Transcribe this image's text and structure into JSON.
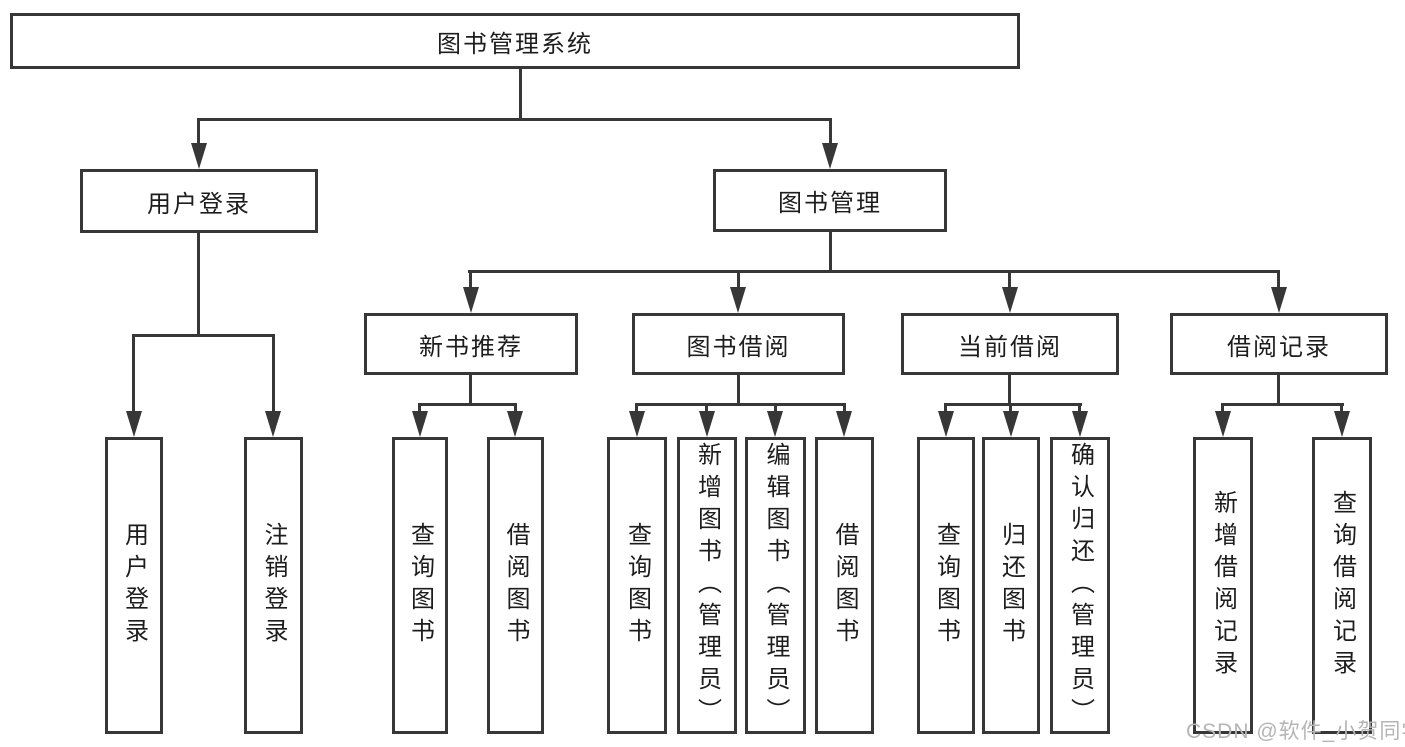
{
  "colors": {
    "line": "#373737",
    "box_border": "#373737",
    "text": "#1d1d1d",
    "background": "#ffffff",
    "watermark": "#b5b5b5"
  },
  "tree": {
    "root": {
      "label": "图书管理系统"
    },
    "branches": [
      {
        "label": "用户登录",
        "children": [
          {
            "label": "用户登录"
          },
          {
            "label": "注销登录"
          }
        ]
      },
      {
        "label": "图书管理",
        "children": [
          {
            "label": "新书推荐",
            "children": [
              {
                "label": "查询图书"
              },
              {
                "label": "借阅图书"
              }
            ]
          },
          {
            "label": "图书借阅",
            "children": [
              {
                "label": "查询图书"
              },
              {
                "label": "新增图书（管理员）"
              },
              {
                "label": "编辑图书（管理员）"
              },
              {
                "label": "借阅图书"
              }
            ]
          },
          {
            "label": "当前借阅",
            "children": [
              {
                "label": "查询图书"
              },
              {
                "label": "归还图书"
              },
              {
                "label": "确认归还（管理员）"
              }
            ]
          },
          {
            "label": "借阅记录",
            "children": [
              {
                "label": "新增借阅记录"
              },
              {
                "label": "查询借阅记录"
              }
            ]
          }
        ]
      }
    ]
  },
  "watermark": {
    "text": "CSDN @软件_小贺同学"
  }
}
